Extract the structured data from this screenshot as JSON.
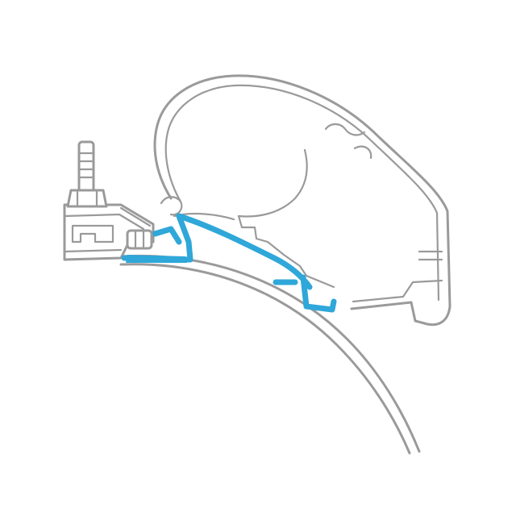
{
  "colors": {
    "line": "#9a9a9a",
    "accent": "#2fa7d9",
    "background": "#ffffff"
  },
  "diagram": {
    "parts": [
      "awning-cassette-profile",
      "vehicle-roof-curve",
      "roof-rail-bracket",
      "bolt",
      "adapter-profile"
    ]
  }
}
